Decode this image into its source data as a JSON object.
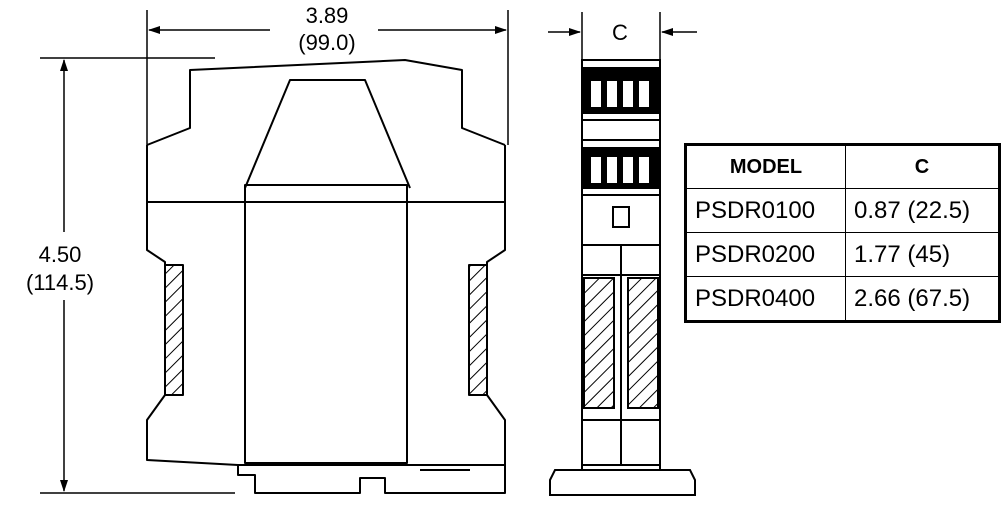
{
  "dimensions": {
    "width_in": "3.89",
    "width_mm": "(99.0)",
    "height_in": "4.50",
    "height_mm": "(114.5)",
    "side_label": "C"
  },
  "table": {
    "headers": [
      "MODEL",
      "C"
    ],
    "rows": [
      [
        "PSDR0100",
        "0.87 (22.5)"
      ],
      [
        "PSDR0200",
        "1.77 (45)"
      ],
      [
        "PSDR0400",
        "2.66 (67.5)"
      ]
    ]
  }
}
